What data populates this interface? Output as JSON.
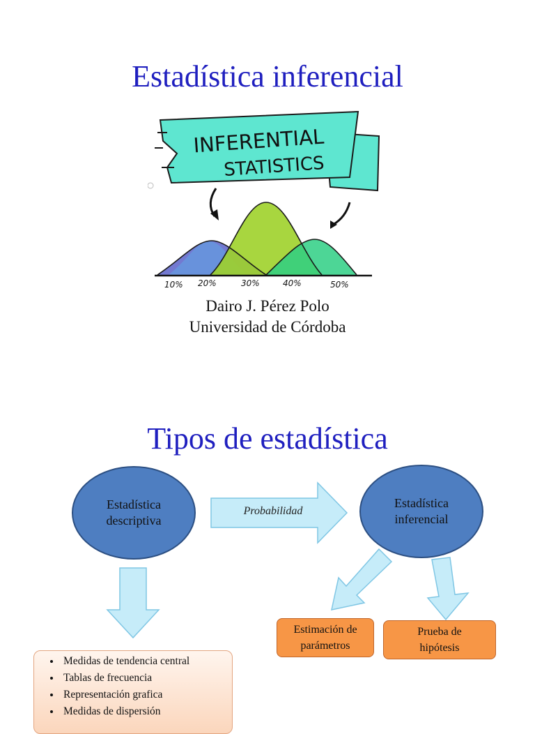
{
  "slide1": {
    "title": "Estadística inferencial",
    "banner_line1": "INFERENTIAL",
    "banner_line2": "STATISTICS",
    "axis_labels": [
      "10%",
      "20%",
      "30%",
      "40%",
      "50%"
    ],
    "author": "Dairo J. Pérez Polo",
    "university": "Universidad de Córdoba"
  },
  "slide2": {
    "title": "Tipos de estadística",
    "descriptiva_line1": "Estadística",
    "descriptiva_line2": "descriptiva",
    "inferencial_line1": "Estadística",
    "inferencial_line2": "inferencial",
    "arrow_label": "Probabilidad",
    "estimacion_line1": "Estimación de",
    "estimacion_line2": "parámetros",
    "prueba_line1": "Prueba de",
    "prueba_line2": "hipótesis",
    "list_items": [
      "Medidas de tendencia central",
      "Tablas de frecuencia",
      "Representación grafica",
      "Medidas de dispersión"
    ]
  },
  "colors": {
    "title": "#1f1fbf",
    "ellipse": "#4e7ec1",
    "orange_box": "#f79646",
    "arrow_fill": "#c6ecf9",
    "banner": "#5ee6d0"
  }
}
